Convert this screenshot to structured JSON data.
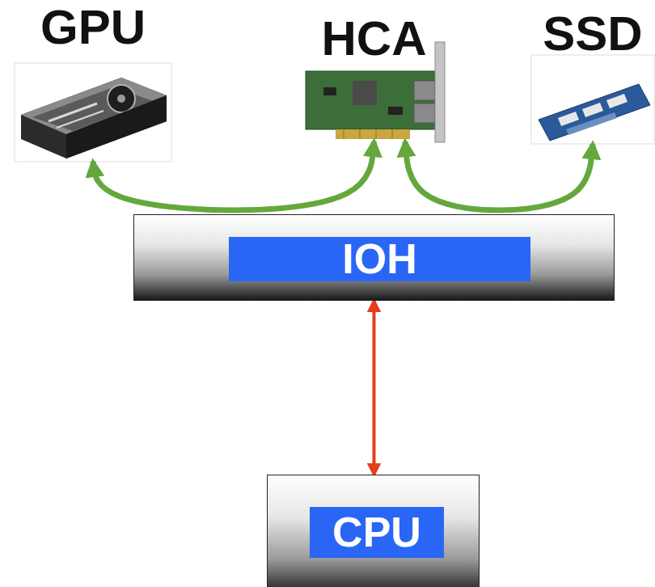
{
  "diagram": {
    "nodes": [
      {
        "text": [
          "GPU"
        ]
      },
      {
        "text": [
          "HCA"
        ]
      },
      {
        "text": [
          "SSD"
        ]
      },
      {
        "text": [
          "IOH"
        ]
      },
      {
        "text": [
          "CPU"
        ]
      }
    ],
    "edges": [
      {
        "from": 0,
        "to": 1,
        "arrow": "both"
      },
      {
        "from": 1,
        "to": 2,
        "arrow": "both"
      },
      {
        "from": 3,
        "to": 4,
        "arrow": "both"
      }
    ]
  }
}
